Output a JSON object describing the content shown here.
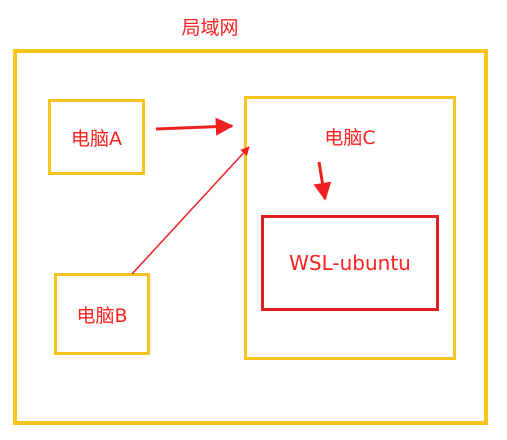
{
  "diagram": {
    "network_label": "局域网",
    "computers": {
      "a": "电脑A",
      "b": "电脑B",
      "c": "电脑C"
    },
    "wsl_label": "WSL-ubuntu"
  },
  "colors": {
    "box_border": "#f7c31d",
    "text": "#ff2020",
    "arrow": "#ef2020",
    "wsl_border": "#e02020"
  }
}
